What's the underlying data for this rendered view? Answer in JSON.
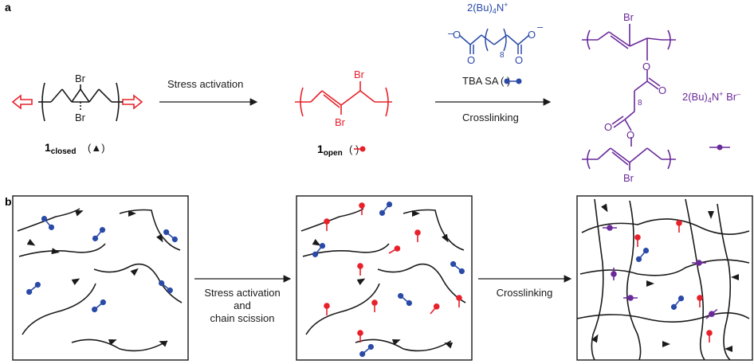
{
  "panels": {
    "a": "a",
    "b": "b"
  },
  "top_row": {
    "closed": {
      "br_top": "Br",
      "br_bottom": "Br",
      "label_main": "1",
      "label_sub": "closed",
      "symbol": "(▲)"
    },
    "arrow1": {
      "label": "Stress activation"
    },
    "open": {
      "br_top": "Br",
      "br_bottom": "Br",
      "label_main": "1",
      "label_sub": "open",
      "symbol": "( )"
    },
    "reagent": {
      "cation": "2(Bu)4N+",
      "cation_main": "2(Bu)",
      "cation_sub": "4",
      "cation_tail": "N",
      "cation_sup": "+",
      "charge_left": "–",
      "charge_right": "–",
      "o_left": "O",
      "o_right": "O",
      "o_top_left": "O",
      "o_top_right": "O",
      "repeat": "8",
      "name": "TBA SA",
      "paren": "( )"
    },
    "arrow2": {
      "label": "Crosslinking"
    },
    "product": {
      "br_top": "Br",
      "br_bottom": "Br",
      "o1": "O",
      "o2": "O",
      "o3": "O",
      "o4": "O",
      "repeat": "8",
      "salt_main": "2(Bu)",
      "salt_sub": "4",
      "salt_tail": "N",
      "salt_sup": "+",
      "salt_end": " Br",
      "salt_minus": "–"
    }
  },
  "bottom_row": {
    "arrow1": {
      "line1": "Stress activation",
      "line2": "and",
      "line3": "chain scission"
    },
    "arrow2": {
      "label": "Crosslinking"
    }
  },
  "colors": {
    "red": "#e8202a",
    "blue": "#2a4aa8",
    "purple": "#6a2a9a",
    "black": "#1a1a1a"
  }
}
